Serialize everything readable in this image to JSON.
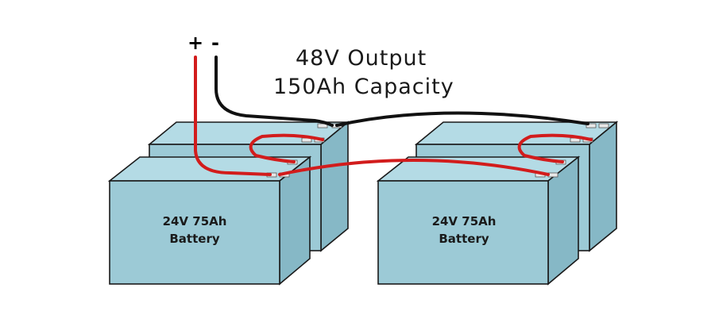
{
  "heading": {
    "line1": "48V Output",
    "line2": "150Ah Capacity"
  },
  "polarity": {
    "positive": "+",
    "negative": "-"
  },
  "batteries": [
    {
      "line1": "24V 75Ah",
      "line2": "Battery"
    },
    {
      "line1": "24V 75Ah",
      "line2": "Battery"
    }
  ],
  "colors": {
    "battery_face": "#9ccad6",
    "positive_wire": "#d21c1c",
    "negative_wire": "#111111"
  }
}
